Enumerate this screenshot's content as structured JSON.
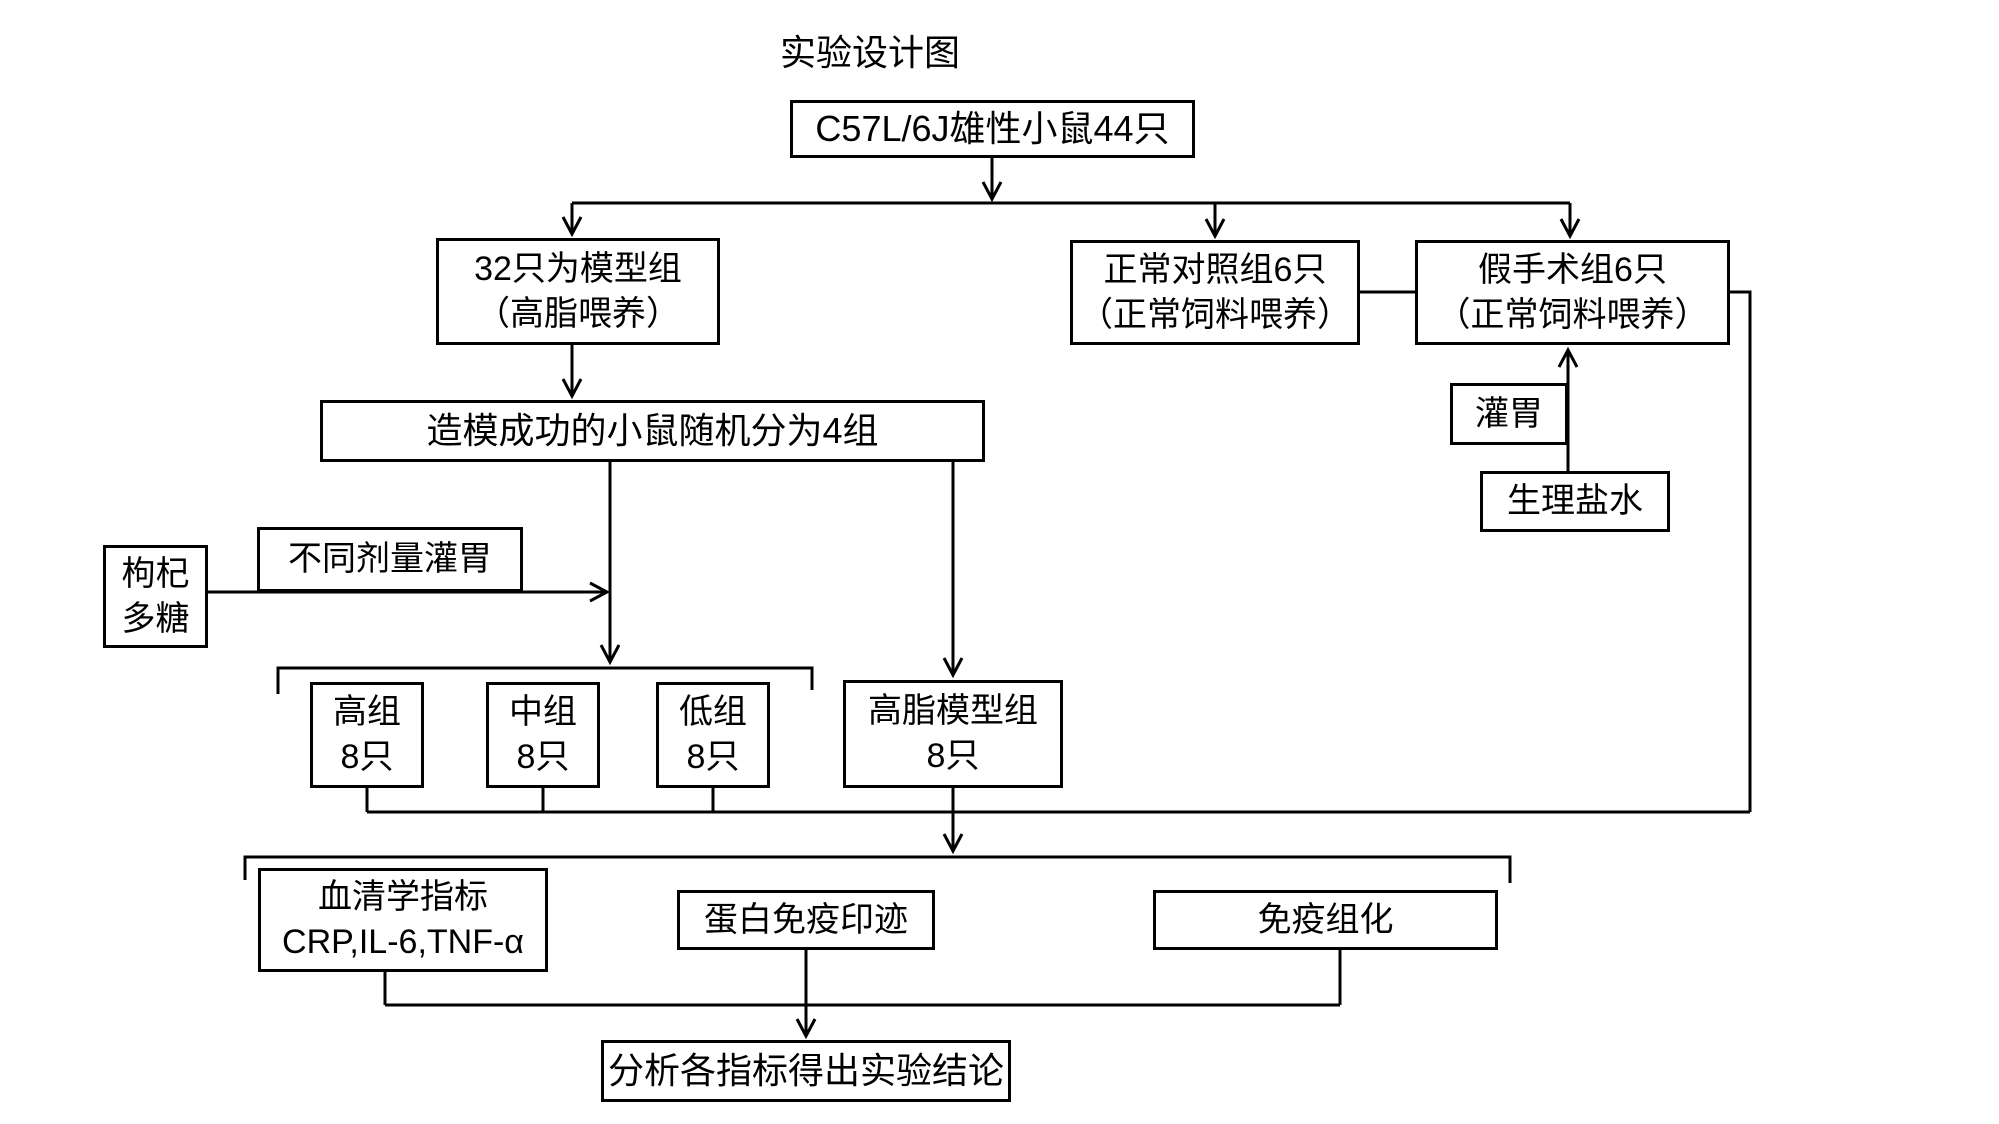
{
  "title": "实验设计图",
  "colors": {
    "background": "#ffffff",
    "line": "#000000",
    "box_border": "#000000",
    "box_bg": "#ffffff",
    "text": "#000000"
  },
  "nodes": {
    "mice": {
      "label": "C57L/6J雄性小鼠44只"
    },
    "model32": {
      "label": "32只为模型组\n（高脂喂养）"
    },
    "normal_control": {
      "label": "正常对照组6只\n（正常饲料喂养）"
    },
    "sham": {
      "label": "假手术组6只\n（正常饲料喂养）"
    },
    "random4": {
      "label": "造模成功的小鼠随机分为4组"
    },
    "gouqi": {
      "label": "枸杞\n多糖"
    },
    "dose_gavage": {
      "label": "不同剂量灌胃"
    },
    "gavage": {
      "label": "灌胃"
    },
    "saline": {
      "label": "生理盐水"
    },
    "high_group": {
      "label": "高组\n8只"
    },
    "mid_group": {
      "label": "中组\n8只"
    },
    "low_group": {
      "label": "低组\n8只"
    },
    "highfat_model": {
      "label": "高脂模型组\n8只"
    },
    "serum": {
      "label": "血清学指标\nCRP,IL-6,TNF-α"
    },
    "western_blot": {
      "label": "蛋白免疫印迹"
    },
    "ihc": {
      "label": "免疫组化"
    },
    "conclusion": {
      "label": "分析各指标得出实验结论"
    }
  }
}
